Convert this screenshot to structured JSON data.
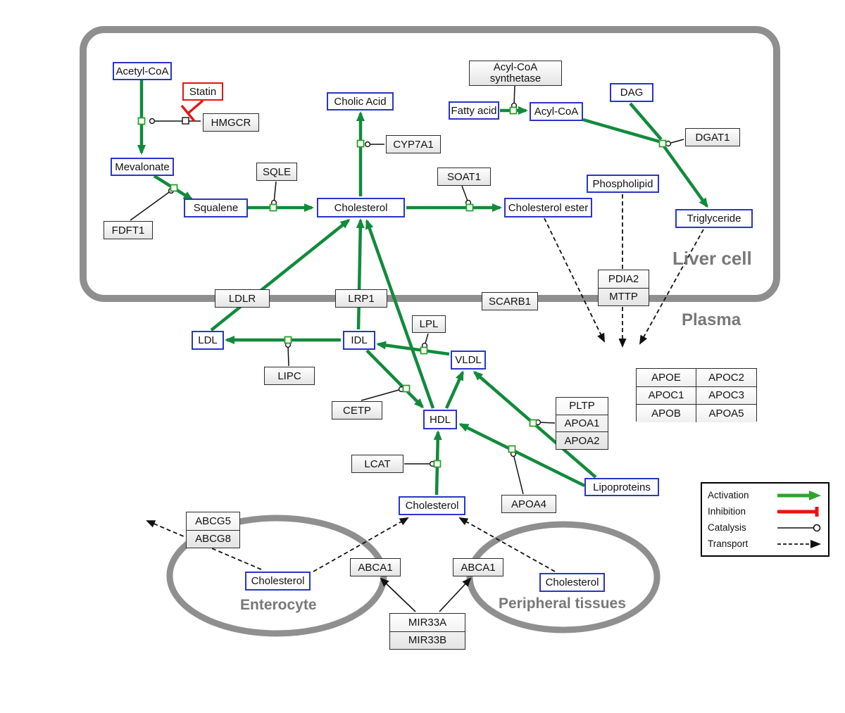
{
  "compartments": {
    "liver": {
      "label": "Liver cell"
    },
    "plasma": {
      "label": "Plasma"
    },
    "enterocyte": {
      "label": "Enterocyte"
    },
    "peripheral": {
      "label": "Peripheral tissues"
    }
  },
  "metabolites": {
    "acetyl_coa": {
      "label": "Acetyl-CoA"
    },
    "mevalonate": {
      "label": "Mevalonate"
    },
    "squalene": {
      "label": "Squalene"
    },
    "cholesterol_liver": {
      "label": "Cholesterol"
    },
    "cholic_acid": {
      "label": "Cholic Acid"
    },
    "fatty_acid": {
      "label": "Fatty acid"
    },
    "acyl_coa": {
      "label": "Acyl-CoA"
    },
    "dag": {
      "label": "DAG"
    },
    "phospholipid": {
      "label": "Phospholipid"
    },
    "cholesterol_ester": {
      "label": "Cholesterol ester"
    },
    "triglyceride": {
      "label": "Triglyceride"
    },
    "ldl": {
      "label": "LDL"
    },
    "idl": {
      "label": "IDL"
    },
    "vldl": {
      "label": "VLDL"
    },
    "hdl": {
      "label": "HDL"
    },
    "cholesterol_plasma": {
      "label": "Cholesterol"
    },
    "lipoproteins": {
      "label": "Lipoproteins"
    },
    "cholesterol_enterocyte": {
      "label": "Cholesterol"
    },
    "cholesterol_peripheral": {
      "label": "Cholesterol"
    }
  },
  "proteins": {
    "statin": {
      "label": "Statin"
    },
    "hmgcr": {
      "label": "HMGCR"
    },
    "fdft1": {
      "label": "FDFT1"
    },
    "sqle": {
      "label": "SQLE"
    },
    "cyp7a1": {
      "label": "CYP7A1"
    },
    "soat1": {
      "label": "SOAT1"
    },
    "acyl_coa_synthetase": {
      "line1": "Acyl-CoA",
      "line2": "synthetase"
    },
    "dgat1": {
      "label": "DGAT1"
    },
    "pdia2": {
      "label": "PDIA2"
    },
    "mttp": {
      "label": "MTTP"
    },
    "ldlr": {
      "label": "LDLR"
    },
    "lrp1": {
      "label": "LRP1"
    },
    "scarb1": {
      "label": "SCARB1"
    },
    "lpl": {
      "label": "LPL"
    },
    "lipc": {
      "label": "LIPC"
    },
    "cetp": {
      "label": "CETP"
    },
    "lcat": {
      "label": "LCAT"
    },
    "pltp": {
      "label": "PLTP"
    },
    "apoa1": {
      "label": "APOA1"
    },
    "apoa2": {
      "label": "APOA2"
    },
    "apoa4": {
      "label": "APOA4"
    },
    "apoe": {
      "label": "APOE"
    },
    "apoc2": {
      "label": "APOC2"
    },
    "apoc1": {
      "label": "APOC1"
    },
    "apoc3": {
      "label": "APOC3"
    },
    "apob": {
      "label": "APOB"
    },
    "apoa5": {
      "label": "APOA5"
    },
    "abcg5": {
      "label": "ABCG5"
    },
    "abcg8": {
      "label": "ABCG8"
    },
    "abca1_enterocyte": {
      "label": "ABCA1"
    },
    "abca1_peripheral": {
      "label": "ABCA1"
    },
    "mir33a": {
      "label": "MIR33A"
    },
    "mir33b": {
      "label": "MIR33B"
    }
  },
  "legend": {
    "activation": {
      "label": "Activation"
    },
    "inhibition": {
      "label": "Inhibition"
    },
    "catalysis": {
      "label": "Catalysis"
    },
    "transport": {
      "label": "Transport"
    }
  },
  "colors": {
    "activation_green": "#118a3c",
    "legend_green": "#2ea52e",
    "inhibition_red": "#e81313",
    "metabolite_border_blue": "#2935c8",
    "membrane_gray": "#8f8f8f"
  }
}
